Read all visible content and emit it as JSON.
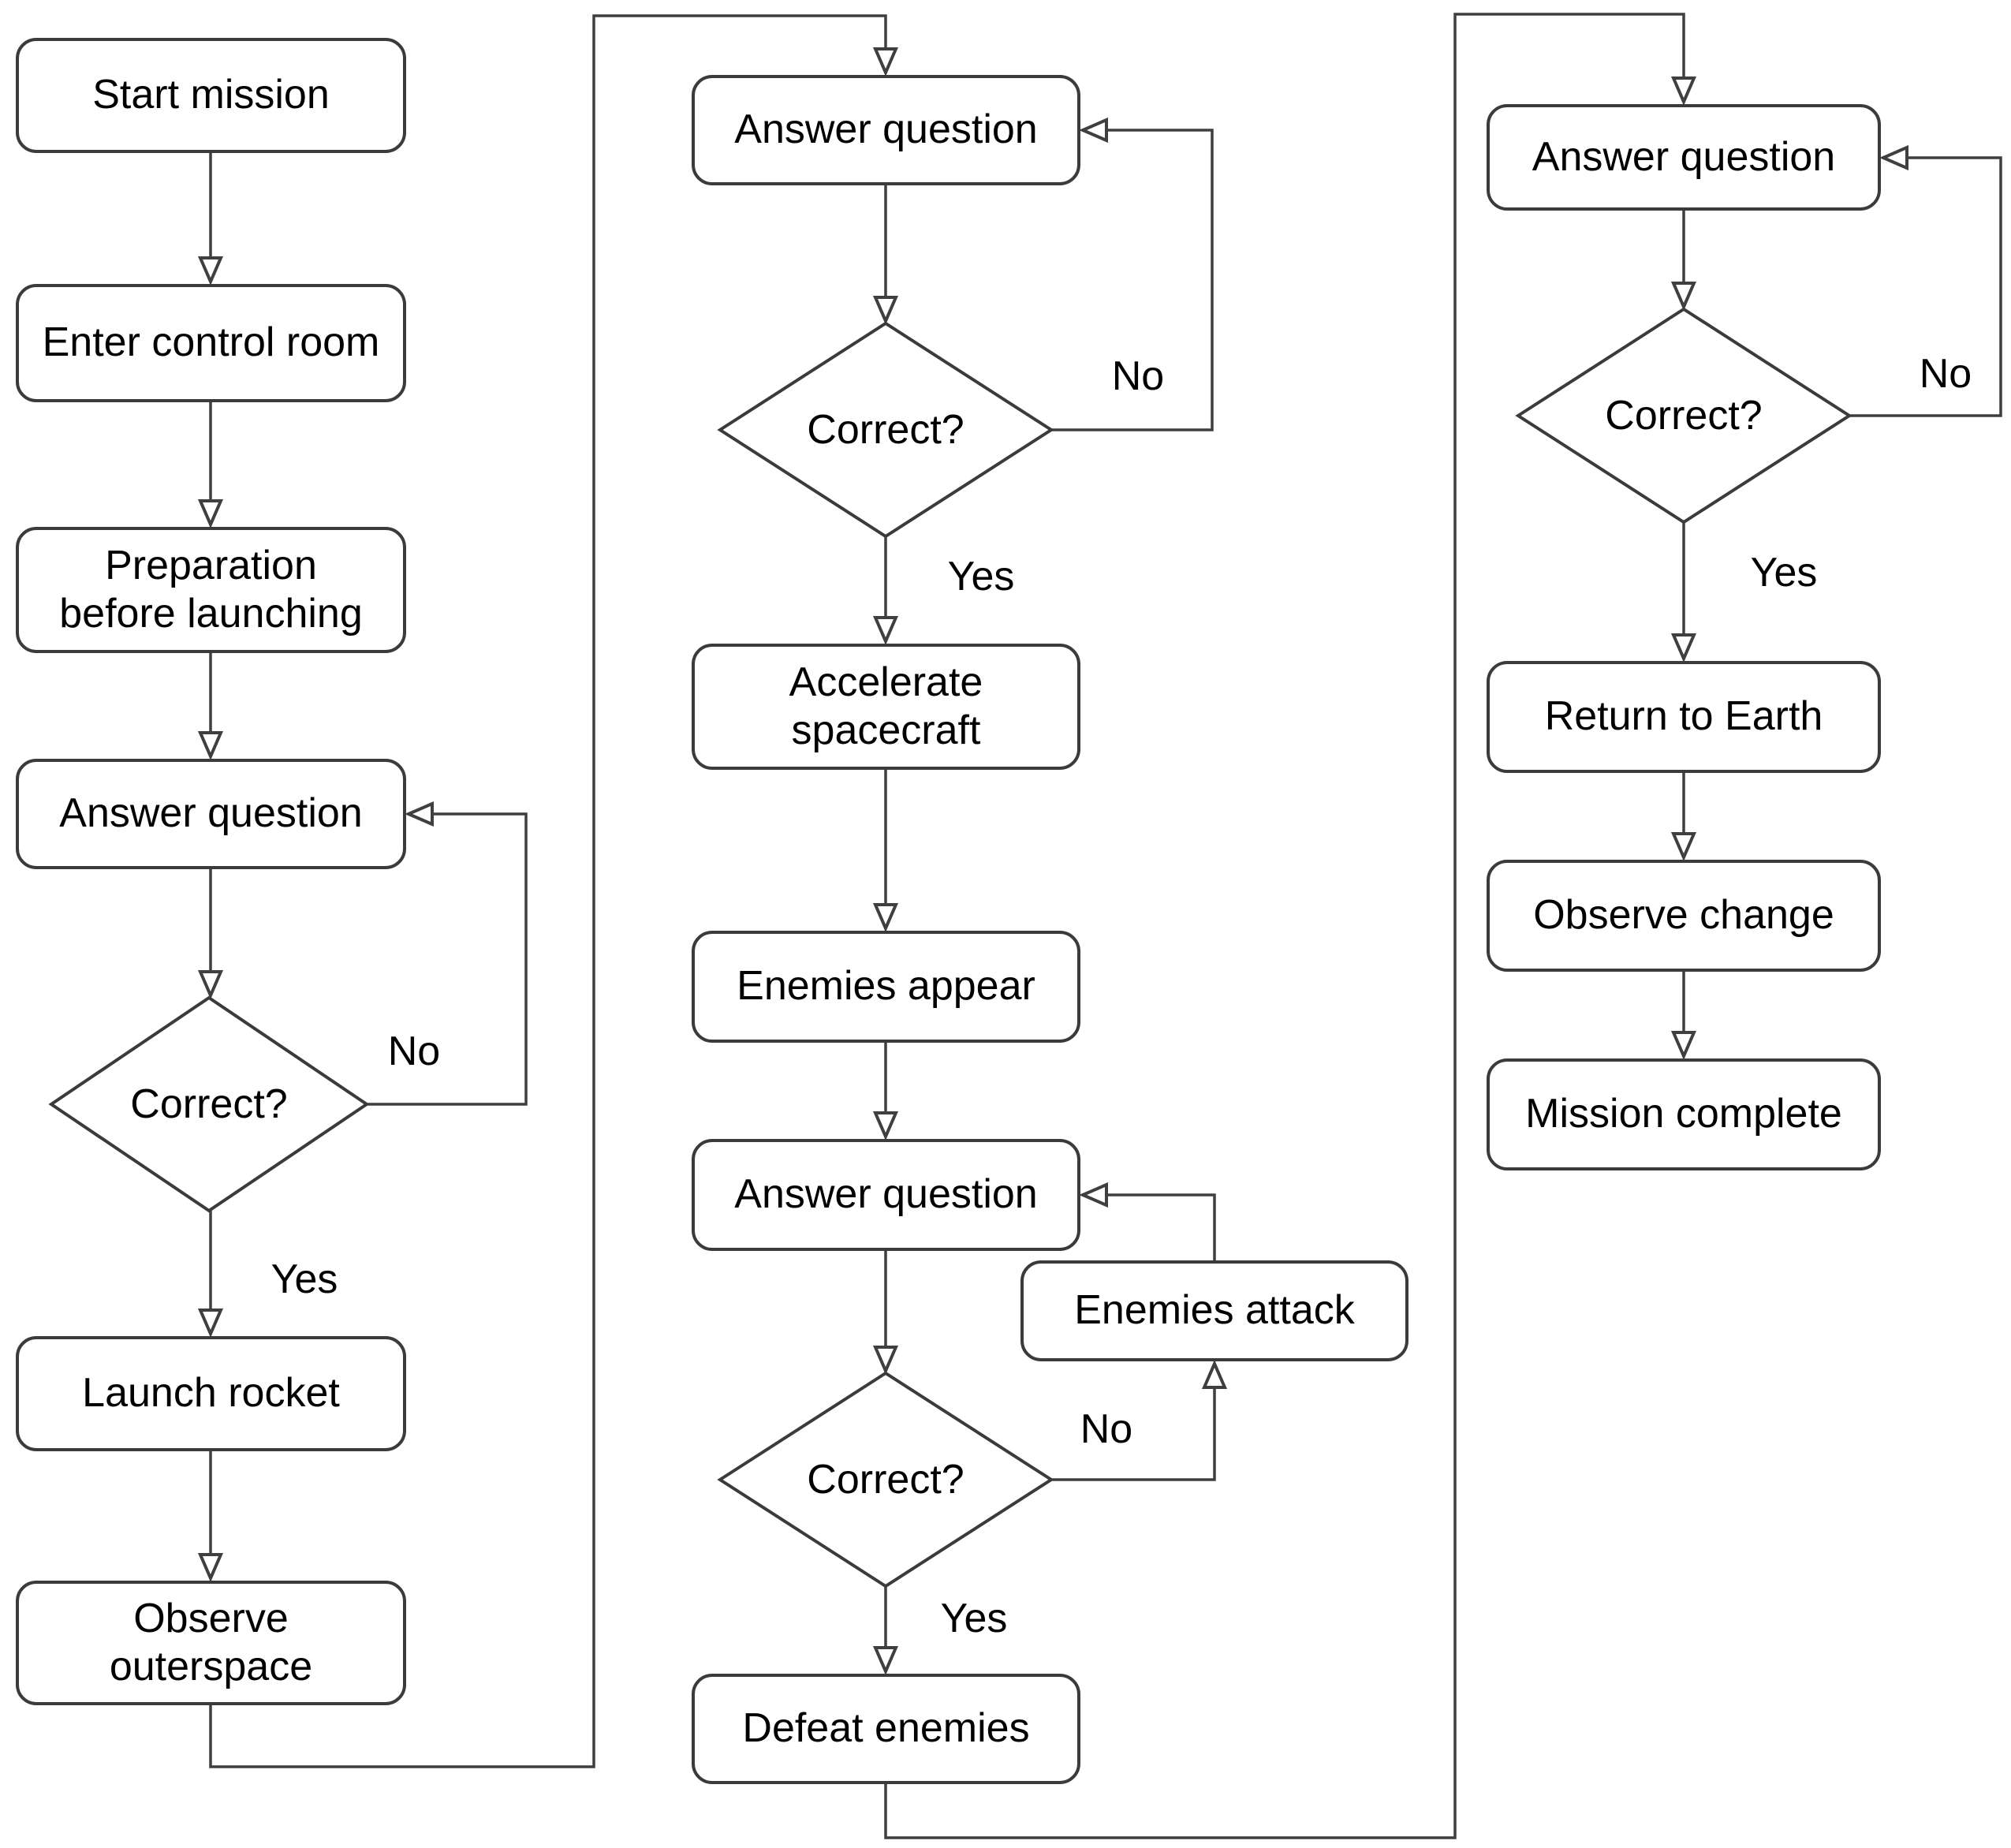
{
  "nodes": {
    "start_mission": "Start mission",
    "enter_control_room": "Enter control room",
    "preparation": "Preparation\nbefore launching",
    "answer_question_1": "Answer question",
    "correct_1": "Correct?",
    "launch_rocket": "Launch rocket",
    "observe_outerspace": "Observe\nouterspace",
    "answer_question_2": "Answer question",
    "correct_2": "Correct?",
    "accelerate_spacecraft": "Accelerate\nspacecraft",
    "enemies_appear": "Enemies appear",
    "answer_question_3": "Answer question",
    "enemies_attack": "Enemies attack",
    "correct_3": "Correct?",
    "defeat_enemies": "Defeat enemies",
    "answer_question_4": "Answer question",
    "correct_4": "Correct?",
    "return_to_earth": "Return to Earth",
    "observe_change": "Observe change",
    "mission_complete": "Mission complete"
  },
  "edge_labels": {
    "yes": "Yes",
    "no": "No"
  },
  "colors": {
    "background": "#ffffff",
    "line": "#3f3f3f",
    "node_border": "#3b3b3b",
    "node_fill": "#ffffff",
    "text": "#000000"
  }
}
